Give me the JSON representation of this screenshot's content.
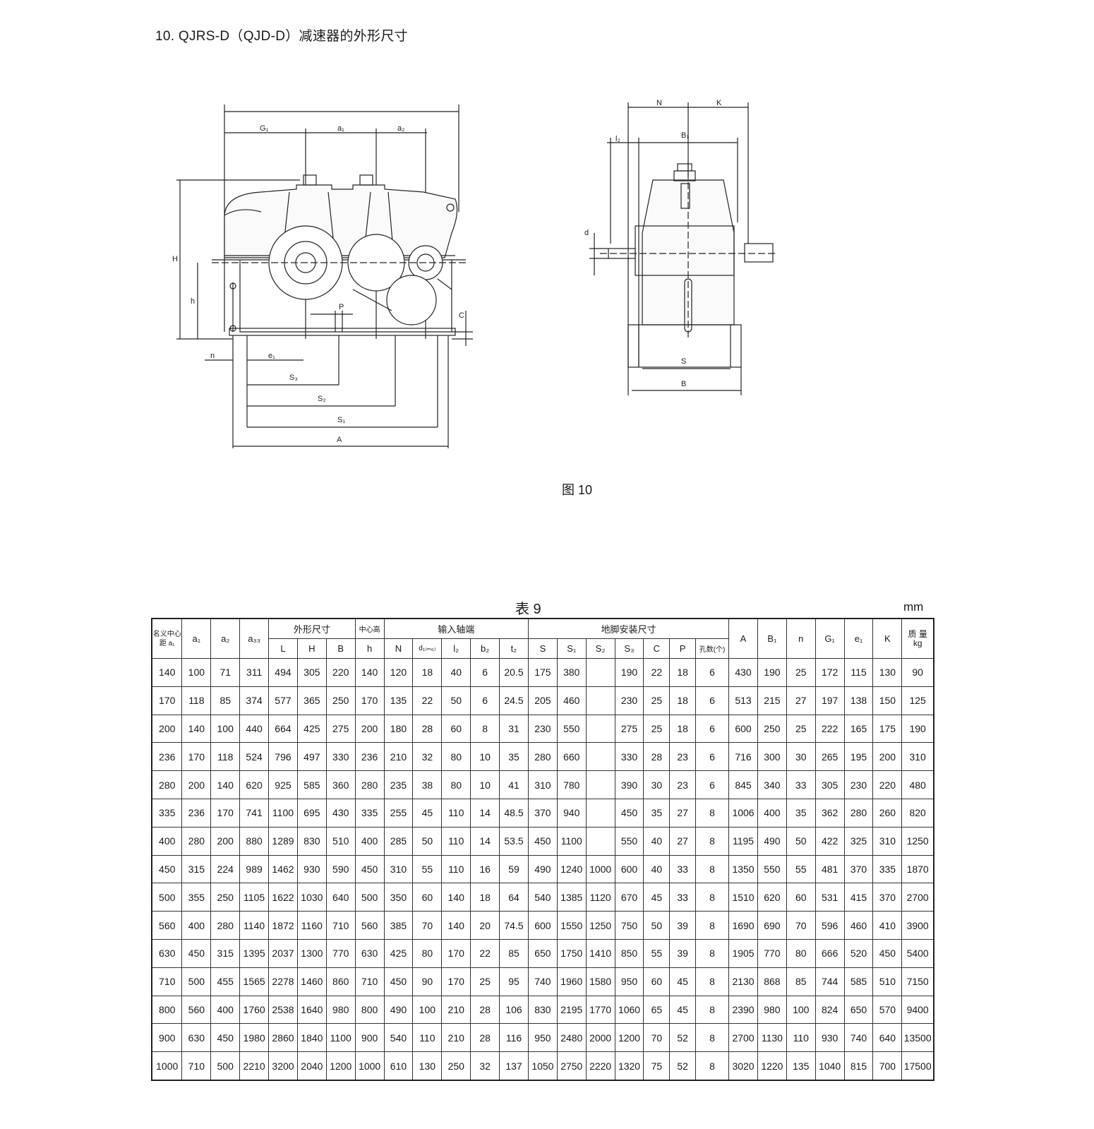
{
  "heading": "10. QJRS-D（QJD-D）减速器的外形尺寸",
  "figure": {
    "caption": "图 10",
    "labels": {
      "G1": "G₁",
      "a1": "a₁",
      "a2": "a₂",
      "H": "H",
      "h": "h",
      "P": "P",
      "C": "C",
      "n": "n",
      "e1": "e₁",
      "S3": "S₃",
      "S2": "S₂",
      "S1": "S₁",
      "A": "A",
      "N": "N",
      "K": "K",
      "l2": "l₂",
      "B1": "B₁",
      "d": "d",
      "S": "S",
      "B": "B"
    }
  },
  "table": {
    "title": "表 9",
    "unit": "mm",
    "header_top": {
      "center_distance": "名义中心距 a₁",
      "a1": "a₁",
      "a2": "a₂",
      "a3": "a₃₃",
      "outline": "外形尺寸",
      "center_height": "中心高",
      "input_shaft": "输入轴端",
      "foot_mount": "地脚安装尺寸",
      "A": "A",
      "B1": "B₁",
      "n": "n",
      "G1": "G₁",
      "e1": "e₁",
      "K": "K",
      "mass": "质 量",
      "mass_unit": "kg"
    },
    "header_sub": {
      "L": "L",
      "H": "H",
      "B": "B",
      "h": "h",
      "N": "N",
      "d": "d₁₍ₘ₆₎",
      "l2": "l₂",
      "b2": "b₂",
      "t2": "t₂",
      "S": "S",
      "S1": "S₁",
      "S2": "S₂",
      "S3": "S₃",
      "C": "C",
      "P": "P",
      "holes": "孔数(个)"
    },
    "rows": [
      [
        "140",
        "100",
        "71",
        "311",
        "494",
        "305",
        "220",
        "140",
        "120",
        "18",
        "40",
        "6",
        "20.5",
        "175",
        "380",
        "",
        "190",
        "22",
        "18",
        "6",
        "430",
        "190",
        "25",
        "172",
        "115",
        "130",
        "90"
      ],
      [
        "170",
        "118",
        "85",
        "374",
        "577",
        "365",
        "250",
        "170",
        "135",
        "22",
        "50",
        "6",
        "24.5",
        "205",
        "460",
        "",
        "230",
        "25",
        "18",
        "6",
        "513",
        "215",
        "27",
        "197",
        "138",
        "150",
        "125"
      ],
      [
        "200",
        "140",
        "100",
        "440",
        "664",
        "425",
        "275",
        "200",
        "180",
        "28",
        "60",
        "8",
        "31",
        "230",
        "550",
        "",
        "275",
        "25",
        "18",
        "6",
        "600",
        "250",
        "25",
        "222",
        "165",
        "175",
        "190"
      ],
      [
        "236",
        "170",
        "118",
        "524",
        "796",
        "497",
        "330",
        "236",
        "210",
        "32",
        "80",
        "10",
        "35",
        "280",
        "660",
        "",
        "330",
        "28",
        "23",
        "6",
        "716",
        "300",
        "30",
        "265",
        "195",
        "200",
        "310"
      ],
      [
        "280",
        "200",
        "140",
        "620",
        "925",
        "585",
        "360",
        "280",
        "235",
        "38",
        "80",
        "10",
        "41",
        "310",
        "780",
        "",
        "390",
        "30",
        "23",
        "6",
        "845",
        "340",
        "33",
        "305",
        "230",
        "220",
        "480"
      ],
      [
        "335",
        "236",
        "170",
        "741",
        "1100",
        "695",
        "430",
        "335",
        "255",
        "45",
        "110",
        "14",
        "48.5",
        "370",
        "940",
        "",
        "450",
        "35",
        "27",
        "8",
        "1006",
        "400",
        "35",
        "362",
        "280",
        "260",
        "820"
      ],
      [
        "400",
        "280",
        "200",
        "880",
        "1289",
        "830",
        "510",
        "400",
        "285",
        "50",
        "110",
        "14",
        "53.5",
        "450",
        "1100",
        "",
        "550",
        "40",
        "27",
        "8",
        "1195",
        "490",
        "50",
        "422",
        "325",
        "310",
        "1250"
      ],
      [
        "450",
        "315",
        "224",
        "989",
        "1462",
        "930",
        "590",
        "450",
        "310",
        "55",
        "110",
        "16",
        "59",
        "490",
        "1240",
        "1000",
        "600",
        "40",
        "33",
        "8",
        "1350",
        "550",
        "55",
        "481",
        "370",
        "335",
        "1870"
      ],
      [
        "500",
        "355",
        "250",
        "1105",
        "1622",
        "1030",
        "640",
        "500",
        "350",
        "60",
        "140",
        "18",
        "64",
        "540",
        "1385",
        "1120",
        "670",
        "45",
        "33",
        "8",
        "1510",
        "620",
        "60",
        "531",
        "415",
        "370",
        "2700"
      ],
      [
        "560",
        "400",
        "280",
        "1140",
        "1872",
        "1160",
        "710",
        "560",
        "385",
        "70",
        "140",
        "20",
        "74.5",
        "600",
        "1550",
        "1250",
        "750",
        "50",
        "39",
        "8",
        "1690",
        "690",
        "70",
        "596",
        "460",
        "410",
        "3900"
      ],
      [
        "630",
        "450",
        "315",
        "1395",
        "2037",
        "1300",
        "770",
        "630",
        "425",
        "80",
        "170",
        "22",
        "85",
        "650",
        "1750",
        "1410",
        "850",
        "55",
        "39",
        "8",
        "1905",
        "770",
        "80",
        "666",
        "520",
        "450",
        "5400"
      ],
      [
        "710",
        "500",
        "455",
        "1565",
        "2278",
        "1460",
        "860",
        "710",
        "450",
        "90",
        "170",
        "25",
        "95",
        "740",
        "1960",
        "1580",
        "950",
        "60",
        "45",
        "8",
        "2130",
        "868",
        "85",
        "744",
        "585",
        "510",
        "7150"
      ],
      [
        "800",
        "560",
        "400",
        "1760",
        "2538",
        "1640",
        "980",
        "800",
        "490",
        "100",
        "210",
        "28",
        "106",
        "830",
        "2195",
        "1770",
        "1060",
        "65",
        "45",
        "8",
        "2390",
        "980",
        "100",
        "824",
        "650",
        "570",
        "9400"
      ],
      [
        "900",
        "630",
        "450",
        "1980",
        "2860",
        "1840",
        "1100",
        "900",
        "540",
        "110",
        "210",
        "28",
        "116",
        "950",
        "2480",
        "2000",
        "1200",
        "70",
        "52",
        "8",
        "2700",
        "1130",
        "110",
        "930",
        "740",
        "640",
        "13500"
      ],
      [
        "1000",
        "710",
        "500",
        "2210",
        "3200",
        "2040",
        "1200",
        "1000",
        "610",
        "130",
        "250",
        "32",
        "137",
        "1050",
        "2750",
        "2220",
        "1320",
        "75",
        "52",
        "8",
        "3020",
        "1220",
        "135",
        "1040",
        "815",
        "700",
        "17500"
      ]
    ]
  }
}
